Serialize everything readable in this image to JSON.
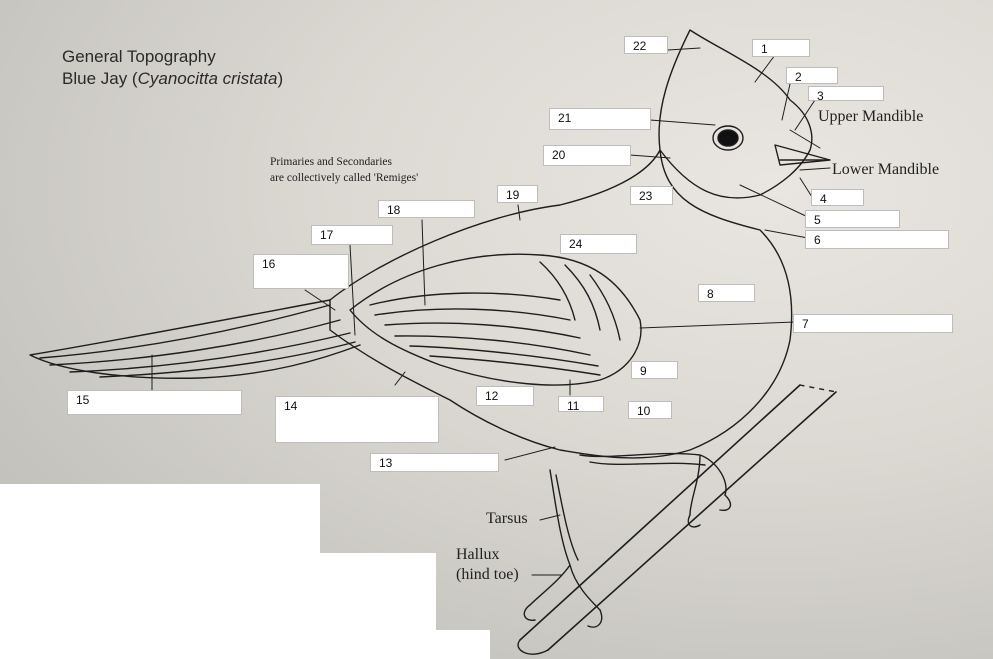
{
  "title": {
    "line1": "General Topography",
    "line2_prefix": "Blue Jay (",
    "line2_species": "Cyanocitta cristata",
    "line2_suffix": ")"
  },
  "note": {
    "line1": "Primaries and Secondaries",
    "line2": "are collectively called 'Remiges'"
  },
  "labels": {
    "upper_mandible": "Upper Mandible",
    "lower_mandible": "Lower Mandible",
    "tarsus": "Tarsus",
    "hallux_line1": "Hallux",
    "hallux_line2": "(hind toe)"
  },
  "boxes": {
    "b1": "1",
    "b2": "2",
    "b3": "3",
    "b4": "4",
    "b5": "5",
    "b6": "6",
    "b7": "7",
    "b8": "8",
    "b9": "9",
    "b10": "10",
    "b11": "11",
    "b12": "12",
    "b13": "13",
    "b14": "14",
    "b15": "15",
    "b16": "16",
    "b17": "17",
    "b18": "18",
    "b19": "19",
    "b20": "20",
    "b21": "21",
    "b22": "22",
    "b23": "23",
    "b24": "24"
  }
}
